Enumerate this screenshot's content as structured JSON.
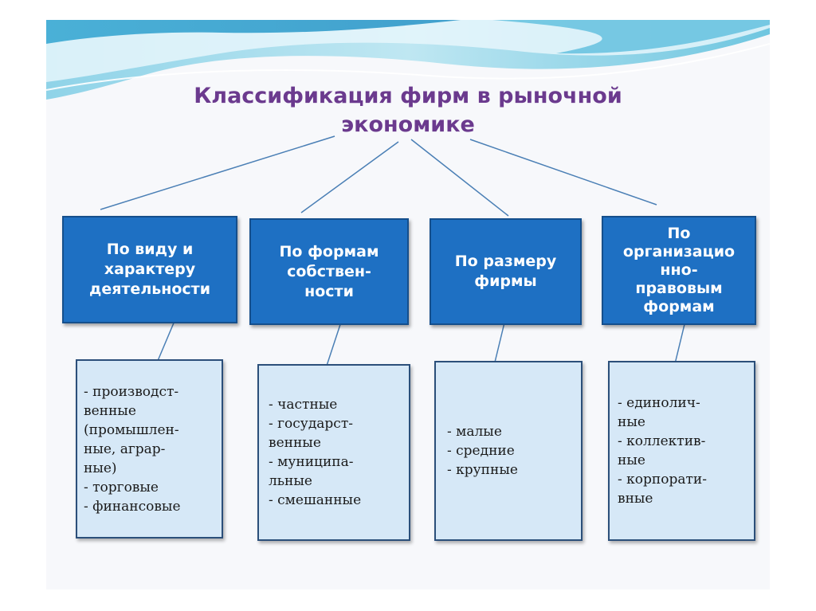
{
  "title": {
    "line1": "Классификация фирм в рыночной",
    "line2": "экономике"
  },
  "categories": [
    {
      "lines": [
        "По виду и",
        "характеру",
        "деятельности"
      ],
      "items": [
        "- производст-",
        "венные",
        "(промышлен-",
        "ные, аграр-",
        "ные)",
        "- торговые",
        "- финансовые"
      ]
    },
    {
      "lines": [
        "По формам",
        "собствен-",
        "ности"
      ],
      "items": [
        "-    частные",
        "-    государст-",
        "венные",
        "-    муниципа-",
        "льные",
        "-    смешанные"
      ]
    },
    {
      "lines": [
        "По размеру",
        "фирмы"
      ],
      "items": [
        "-    малые",
        "-    средние",
        "-    крупные"
      ]
    },
    {
      "lines": [
        "По",
        "организацио",
        "нно-",
        "правовым",
        "формам"
      ],
      "items": [
        "-   единолич-",
        "ные",
        "-   коллектив-",
        "ные",
        "-   корпорати-",
        "вные"
      ]
    }
  ],
  "colors": {
    "title": "#6b3a8e",
    "category_fill": "#1e70c3",
    "list_fill": "#d6e8f7",
    "connector": "#4a7fb5"
  }
}
